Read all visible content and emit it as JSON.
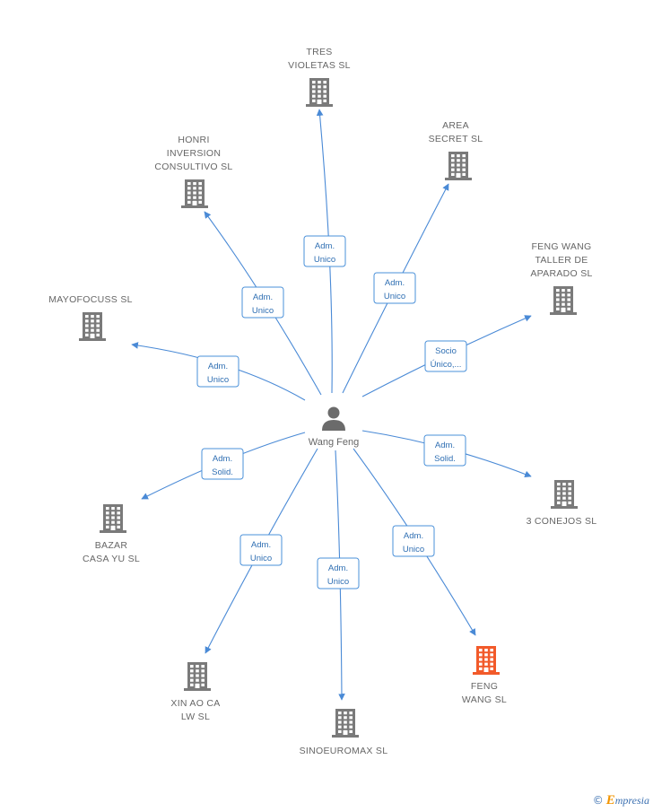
{
  "person": {
    "name": "Wang Feng"
  },
  "companies": [
    {
      "id": "tres",
      "lines": [
        "TRES",
        "VIOLETAS SL"
      ],
      "highlight": false
    },
    {
      "id": "area",
      "lines": [
        "AREA",
        "SECRET SL"
      ],
      "highlight": false
    },
    {
      "id": "honri",
      "lines": [
        "HONRI",
        "INVERSION",
        "CONSULTIVO SL"
      ],
      "highlight": false
    },
    {
      "id": "fengwangtaller",
      "lines": [
        "FENG WANG",
        "TALLER DE",
        "APARADO SL"
      ],
      "highlight": false
    },
    {
      "id": "mayofocuss",
      "lines": [
        "MAYOFOCUSS SL"
      ],
      "highlight": false
    },
    {
      "id": "tresconejos",
      "lines": [
        "3 CONEJOS SL"
      ],
      "highlight": false
    },
    {
      "id": "bazar",
      "lines": [
        "BAZAR",
        "CASA YU SL"
      ],
      "highlight": false
    },
    {
      "id": "xinao",
      "lines": [
        "XIN AO CA",
        "LW SL"
      ],
      "highlight": false
    },
    {
      "id": "sinoeuromax",
      "lines": [
        "SINOEUROMAX SL"
      ],
      "highlight": false
    },
    {
      "id": "fengwang",
      "lines": [
        "FENG",
        "WANG SL"
      ],
      "highlight": true
    }
  ],
  "relations": [
    {
      "to": "tres",
      "role": [
        "Adm.",
        "Unico"
      ]
    },
    {
      "to": "area",
      "role": [
        "Adm.",
        "Unico"
      ]
    },
    {
      "to": "honri",
      "role": [
        "Adm.",
        "Unico"
      ]
    },
    {
      "to": "fengwangtaller",
      "role": [
        "Socio",
        "Único,..."
      ]
    },
    {
      "to": "mayofocuss",
      "role": [
        "Adm.",
        "Unico"
      ]
    },
    {
      "to": "tresconejos",
      "role": [
        "Adm.",
        "Solid."
      ]
    },
    {
      "to": "bazar",
      "role": [
        "Adm.",
        "Solid."
      ]
    },
    {
      "to": "xinao",
      "role": [
        "Adm.",
        "Unico"
      ]
    },
    {
      "to": "sinoeuromax",
      "role": [
        "Adm.",
        "Unico"
      ]
    },
    {
      "to": "fengwang",
      "role": [
        "Adm.",
        "Unico"
      ]
    }
  ],
  "colors": {
    "building": "#7a7a7a",
    "highlight": "#f25a2a",
    "edge": "#4a8ad6",
    "role_text": "#2f6fb3"
  },
  "footer": {
    "copyright": "©",
    "brand_initial": "E",
    "brand_rest": "mpresia"
  }
}
